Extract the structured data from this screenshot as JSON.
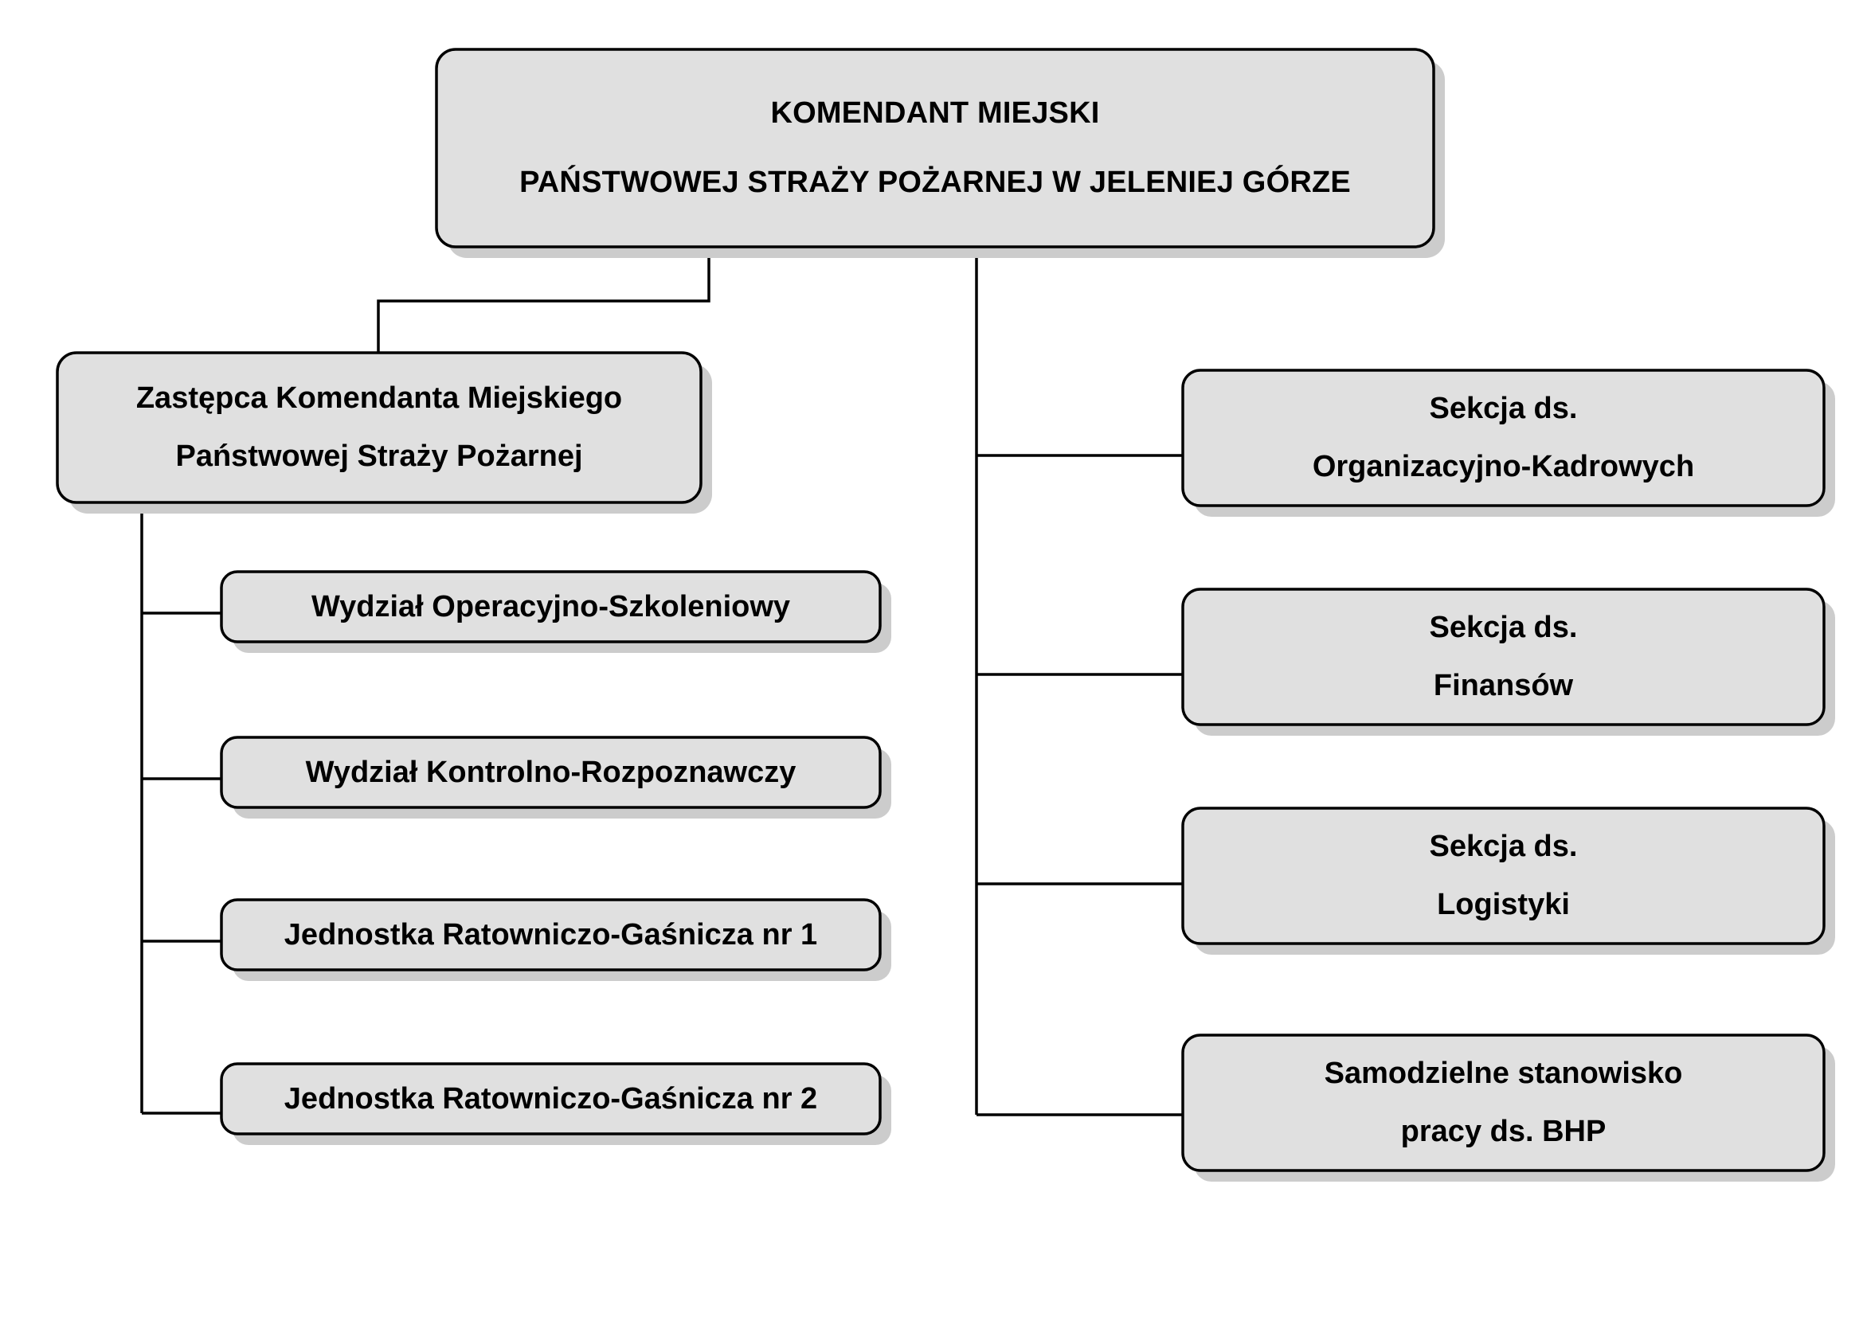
{
  "diagram": {
    "title_text_lines": [
      "KOMENDANT MIEJSKI",
      "PAŃSTWOWEJ STRAŻY POŻARNEJ W JELENIEJ GÓRZE"
    ],
    "colors": {
      "box_fill": "#e0e0e0",
      "box_border": "#000000",
      "box_shadow": "#cccccc",
      "connector": "#000000",
      "background": "#ffffff",
      "text": "#000000"
    },
    "root": {
      "line1": "KOMENDANT MIEJSKI",
      "line2": "PAŃSTWOWEJ STRAŻY POŻARNEJ W JELENIEJ GÓRZE"
    },
    "deputy": {
      "line1": "Zastępca Komendanta Miejskiego",
      "line2": "Państwowej Straży Pożarnej"
    },
    "left_children": [
      {
        "line1": "Wydział Operacyjno-Szkoleniowy",
        "line2": ""
      },
      {
        "line1": "Wydział Kontrolno-Rozpoznawczy",
        "line2": ""
      },
      {
        "line1": "Jednostka Ratowniczo-Gaśnicza nr 1",
        "line2": ""
      },
      {
        "line1": "Jednostka Ratowniczo-Gaśnicza nr 2",
        "line2": ""
      }
    ],
    "right_children": [
      {
        "line1": "Sekcja ds.",
        "line2": "Organizacyjno-Kadrowych"
      },
      {
        "line1": "Sekcja ds.",
        "line2": "Finansów"
      },
      {
        "line1": "Sekcja ds.",
        "line2": "Logistyki"
      },
      {
        "line1": "Samodzielne stanowisko",
        "line2": "pracy ds. BHP"
      }
    ]
  }
}
